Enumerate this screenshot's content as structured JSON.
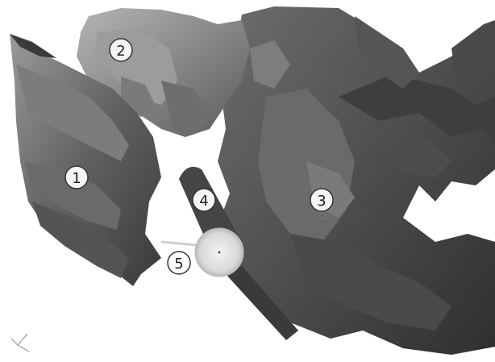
{
  "viewport": {
    "background": "#ffffff",
    "mesh_fill": "#5c5c5c",
    "mesh_highlight": "#8a8a8a",
    "mesh_shadow": "#2e2e2e",
    "tool_fill": "#4a4a4a",
    "tool_tip_fill": "#dcdcdc"
  },
  "markers": [
    {
      "id": "1",
      "label": "1"
    },
    {
      "id": "2",
      "label": "2"
    },
    {
      "id": "3",
      "label": "3"
    },
    {
      "id": "4",
      "label": "4"
    },
    {
      "id": "5",
      "label": "5"
    }
  ],
  "axis_gizmo": {
    "icon": "axis-triad-icon"
  }
}
